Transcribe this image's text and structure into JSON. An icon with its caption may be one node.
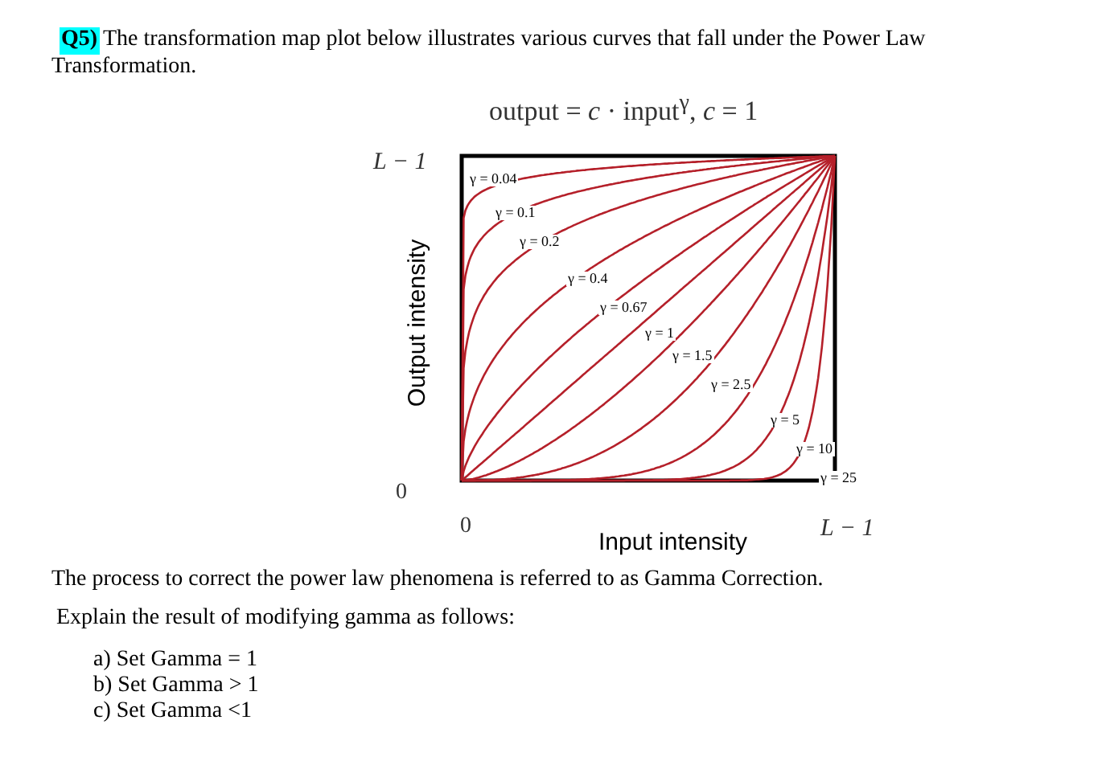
{
  "diagram": {
    "title": "output = *c* · input$^{γ}$,   *c* = 1",
    "labels": [
      "Q5)",
      "The transformation map plot below illustrates various curves that fall under the Power Law Transformation.",
      "L − 1",
      "0",
      "γ = 0.04",
      "γ = 0.1",
      "γ = 0.2",
      "γ = 0.4",
      "γ = 0.67",
      "γ = 1",
      "γ = 1.5",
      "γ = 2.5",
      "γ = 5",
      "γ = 10",
      "γ = 25",
      "Output intensity",
      "0",
      "L − 1",
      "Input intensity",
      "The process to correct the power law phenomena is referred to as Gamma Correction.",
      "Explain the result of modifying gamma as follows:",
      "a)  Set Gamma = 1",
      "b)  Set Gamma > 1",
      "c)  Set Gamma <1"
    ]
  }
}
